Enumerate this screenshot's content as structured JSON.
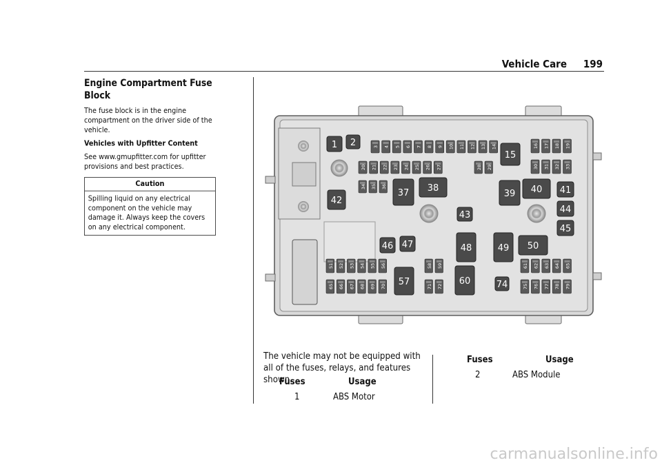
{
  "header": {
    "section": "Vehicle Care",
    "page_number": "199"
  },
  "left": {
    "title": "Engine Compartment Fuse Block",
    "intro": "The fuse block is in the engine compartment on the driver side of the vehicle.",
    "subheading": "Vehicles with Upfitter Content",
    "upfitter_text": "See www.gmupfitter.com for upfitter provisions and best practices.",
    "caution_title": "Caution",
    "caution_text": "Spilling liquid on any electrical component on the vehicle may damage it. Always keep the covers on any electrical component."
  },
  "diagram": {
    "labels": {
      "r1": "1",
      "r2": "2",
      "r15": "15",
      "r37": "37",
      "r38": "38",
      "r39": "39",
      "r40": "40",
      "r41": "41",
      "r42": "42",
      "r43": "43",
      "r44": "44",
      "r45": "45",
      "r46": "46",
      "r47": "47",
      "r48": "48",
      "r49": "49",
      "r50": "50",
      "r57": "57",
      "r60": "60",
      "r74": "74"
    },
    "fuse_rows": {
      "top_a": [
        "3",
        "4",
        "5",
        "6",
        "7",
        "8",
        "9",
        "10",
        "11",
        "12",
        "13",
        "14"
      ],
      "top_b": [
        "20",
        "21",
        "22",
        "23",
        "24",
        "25",
        "26",
        "27"
      ],
      "top_b2": [
        "28",
        "29"
      ],
      "top_c": [
        "34",
        "35",
        "36"
      ],
      "right_a": [
        "16",
        "17",
        "18",
        "19"
      ],
      "right_b": [
        "30",
        "31",
        "32",
        "33"
      ],
      "bot_a": [
        "51",
        "52",
        "53",
        "54",
        "55",
        "56"
      ],
      "bot_b": [
        "65",
        "66",
        "67",
        "68",
        "69",
        "70"
      ],
      "bot_mid_a": [
        "58",
        "59"
      ],
      "bot_mid_b": [
        "71",
        "72"
      ],
      "bot_right_a": [
        "61",
        "62",
        "63",
        "64",
        "65"
      ],
      "bot_right_b": [
        "75",
        "76",
        "77",
        "78",
        "79"
      ]
    }
  },
  "note": "The vehicle may not be equipped with all of the fuses, relays, and features shown.",
  "table_left": {
    "col_fuses": "Fuses",
    "col_usage": "Usage",
    "rows": [
      {
        "fuse": "1",
        "usage": "ABS Motor"
      }
    ]
  },
  "table_right": {
    "col_fuses": "Fuses",
    "col_usage": "Usage",
    "rows": [
      {
        "fuse": "2",
        "usage": "ABS Module"
      }
    ]
  },
  "footer": "carmanualsonline.info"
}
